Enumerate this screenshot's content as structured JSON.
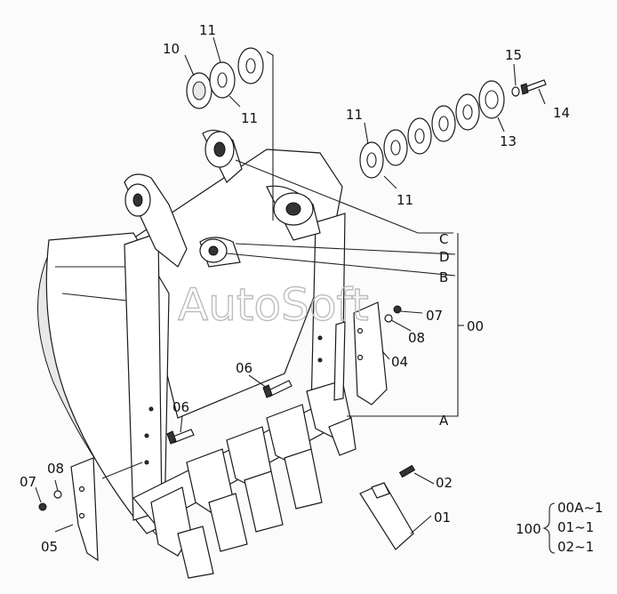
{
  "watermark": "AutoSoft",
  "callouts": {
    "c10": "10",
    "c11a": "11",
    "c11b": "11",
    "c11c": "11",
    "c11d": "11",
    "c15": "15",
    "c14": "14",
    "c13": "13",
    "cC": "C",
    "cD": "D",
    "cB": "B",
    "c07a": "07",
    "c08a": "08",
    "c00": "00",
    "c04": "04",
    "c06a": "06",
    "c06b": "06",
    "cA": "A",
    "c07b": "07",
    "c08b": "08",
    "c05": "05",
    "c02": "02",
    "c01": "01"
  },
  "kit": {
    "number": "100",
    "items": [
      "00A~1",
      "01~1",
      "02~1"
    ]
  }
}
